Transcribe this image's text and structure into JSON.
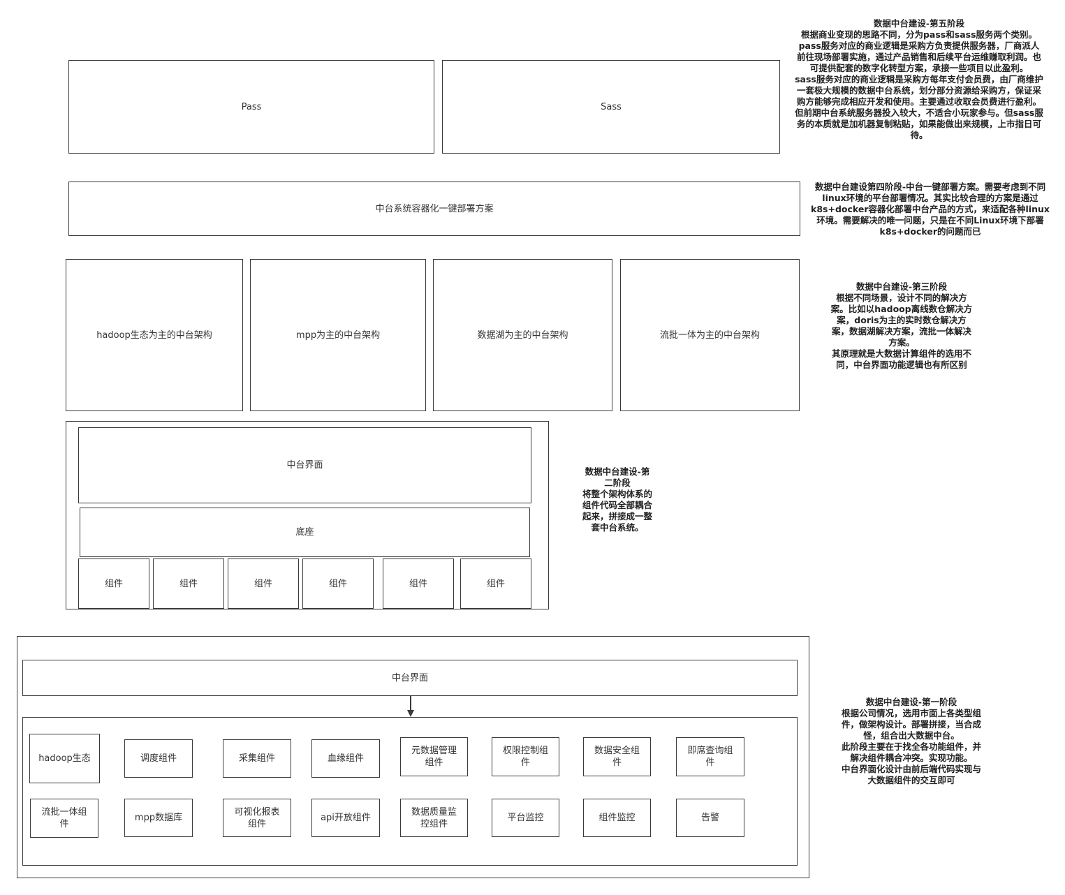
{
  "stage5": {
    "pass": "Pass",
    "sass": "Sass",
    "note": "数据中台建设-第五阶段\n根据商业变现的思路不同，分为pass和sass服务两个类别。\npass服务对应的商业逻辑是采购方负责提供服务器，厂商派人前往现场部署实施，通过产品销售和后续平台运维赚取利润。也可提供配套的数字化转型方案，承接一些项目以此盈利。\nsass服务对应的商业逻辑是采购方每年支付会员费，由厂商维护一套极大规模的数据中台系统，划分部分资源给采购方，保证采购方能够完成相应开发和使用。主要通过收取会员费进行盈利。但前期中台系统服务器投入较大，不适合小玩家参与。但sass服务的本质就是加机器复制粘贴，如果能做出来规模，上市指日可待。"
  },
  "stage4": {
    "box": "中台系统容器化一键部署方案",
    "note": "数据中台建设第四阶段-中台一键部署方案。需要考虑到不同linux环境的平台部署情况。其实比较合理的方案是通过k8s+docker容器化部署中台产品的方式，来适配各种linux环境。需要解决的唯一问题，只是在不同Linux环境下部署k8s+docker的问题而已"
  },
  "stage3": {
    "boxes": [
      "hadoop生态为主的中台架构",
      "mpp为主的中台架构",
      "数据湖为主的中台架构",
      "流批一体为主的中台架构"
    ],
    "note": "数据中台建设-第三阶段\n根据不同场景，设计不同的解决方案。比如以hadoop离线数仓解决方案，doris为主的实时数仓解决方案，数据湖解决方案，流批一体解决方案。\n其原理就是大数据计算组件的选用不同，中台界面功能逻辑也有所区别"
  },
  "stage2": {
    "ui": "中台界面",
    "base": "底座",
    "components": [
      "组件",
      "组件",
      "组件",
      "组件",
      "组件",
      "组件"
    ],
    "note": "数据中台建设-第二阶段\n将整个架构体系的组件代码全部耦合起来，拼接成一整套中台系统。"
  },
  "stage1": {
    "ui": "中台界面",
    "row1": [
      "hadoop生态",
      "调度组件",
      "采集组件",
      "血缘组件",
      "元数据管理组件",
      "权限控制组件",
      "数据安全组件",
      "即席查询组件"
    ],
    "row2": [
      "流批一体组件",
      "mpp数据库",
      "可视化报表组件",
      "api开放组件",
      "数据质量监控组件",
      "平台监控",
      "组件监控",
      "告警"
    ],
    "note": "数据中台建设-第一阶段\n根据公司情况，选用市面上各类型组件，做架构设计。部署拼接，当合成怪，组合出大数据中台。\n此阶段主要在于找全各功能组件，并解决组件耦合冲突。实现功能。\n中台界面化设计由前后端代码实现与大数据组件的交互即可"
  }
}
